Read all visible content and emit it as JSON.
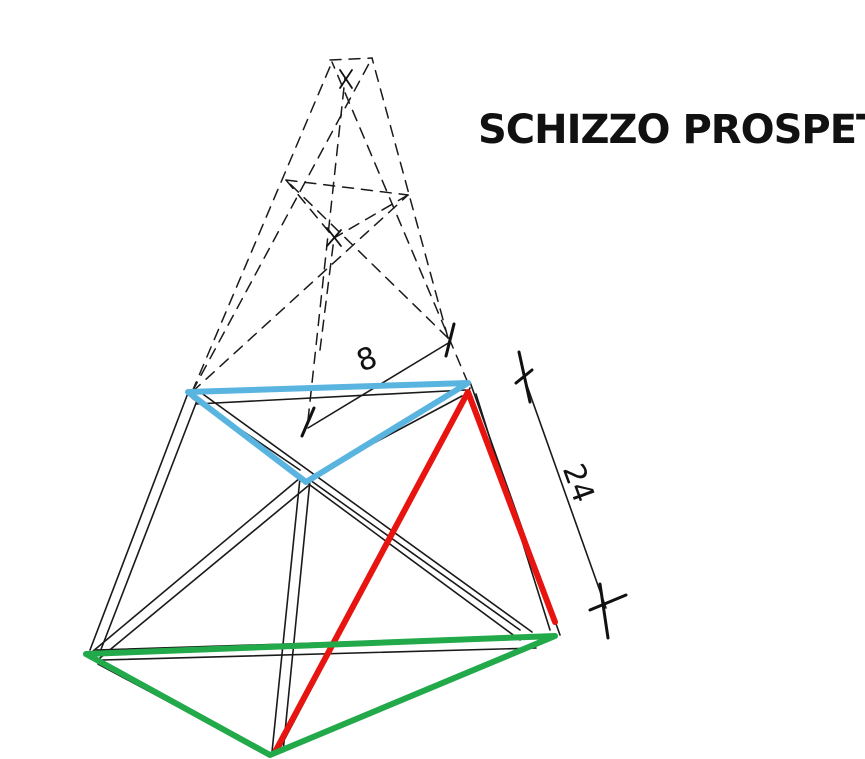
{
  "title": "SCHIZZO PROSPETTICO.",
  "dimensions": {
    "side_label": "8",
    "height_label": "24"
  },
  "colors": {
    "paper": "#ffffff",
    "ink": "#1a1a1a",
    "highlight_top": "#5ab4e0",
    "highlight_diagonal": "#e8140f",
    "highlight_base": "#21a94a"
  }
}
